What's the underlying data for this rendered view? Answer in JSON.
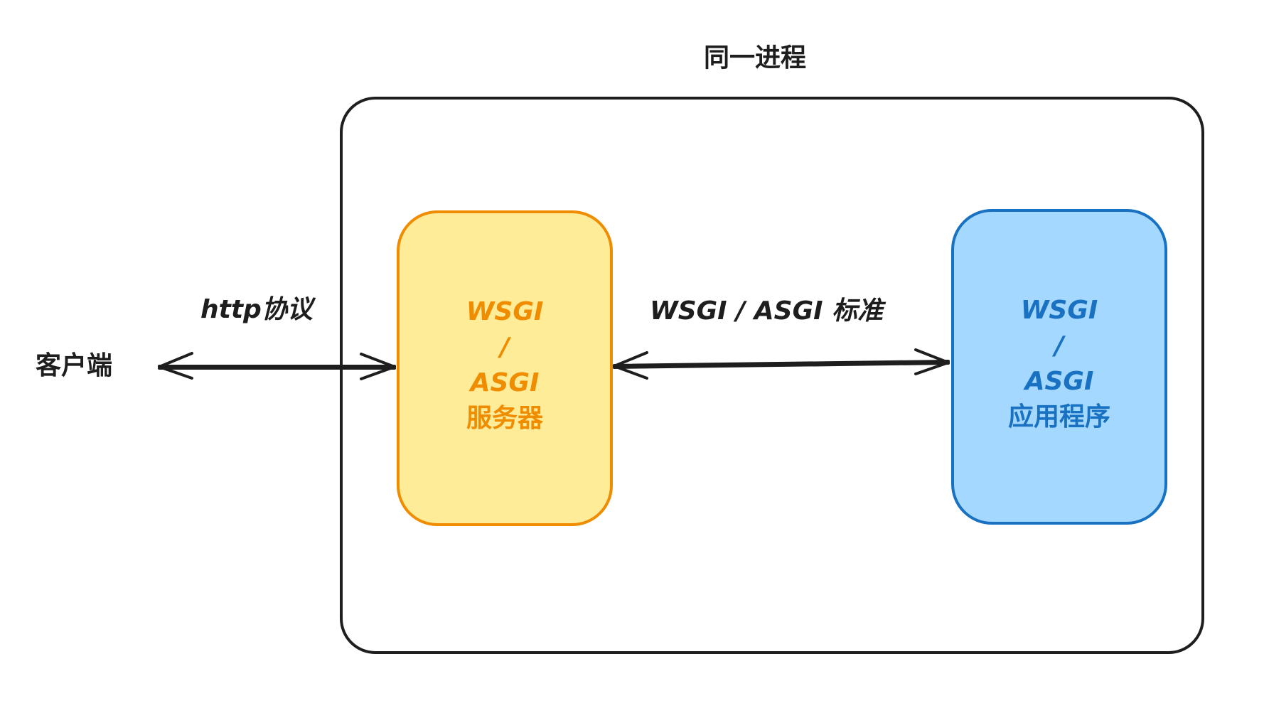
{
  "labels": {
    "process": "同一进程",
    "client": "客户端",
    "http": "http协议",
    "standard": "WSGI / ASGI 标准"
  },
  "server_box": {
    "line1": "WSGI",
    "line2": "/",
    "line3": "ASGI",
    "line4": "服务器"
  },
  "app_box": {
    "line1": "WSGI",
    "line2": "/",
    "line3": "ASGI",
    "line4": "应用程序"
  },
  "colors": {
    "stroke": "#1e1e1e",
    "server_fill": "#ffec99",
    "server_stroke": "#f08c00",
    "app_fill": "#a5d8ff",
    "app_stroke": "#1971c2"
  }
}
